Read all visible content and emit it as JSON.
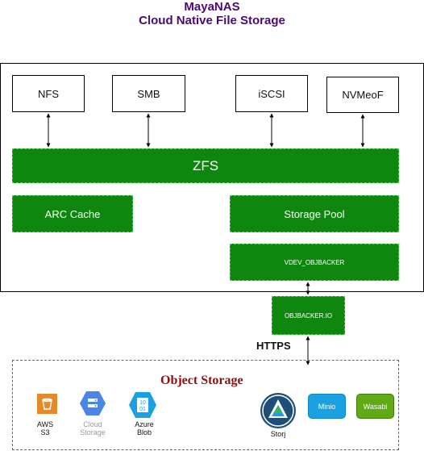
{
  "header": {
    "title": "MayaNAS",
    "subtitle": "Cloud Native File Storage"
  },
  "protocols": [
    "NFS",
    "SMB",
    "iSCSI",
    "NVMeoF"
  ],
  "zfs": {
    "label": "ZFS",
    "arc_cache": "ARC Cache",
    "storage_pool": "Storage Pool",
    "vdev": "VDEV_OBJBACKER"
  },
  "objbacker": "OBJBACKER.IO",
  "transport": "HTTPS",
  "object_storage": {
    "title": "Object Storage",
    "aws": {
      "line1": "AWS",
      "line2": "S3",
      "color": "#e38a2a"
    },
    "cloud": {
      "line1": "Cloud",
      "line2": "Storage",
      "color": "#4a86e8"
    },
    "azure": {
      "line1": "Azure",
      "line2": "Blob",
      "icon_text_top": "10",
      "icon_text_bottom": "01",
      "color": "#1ba1e2"
    },
    "storj": {
      "label": "Storj",
      "color": "#1f4e79"
    },
    "minio": {
      "label": "Minio",
      "color": "#1ba1e2"
    },
    "wasabi": {
      "label": "Wasabi",
      "color": "#60a917"
    }
  },
  "colors": {
    "title": "#4b0a73",
    "zfs_green": "#0f870f",
    "object_storage_title": "#8b1010"
  }
}
